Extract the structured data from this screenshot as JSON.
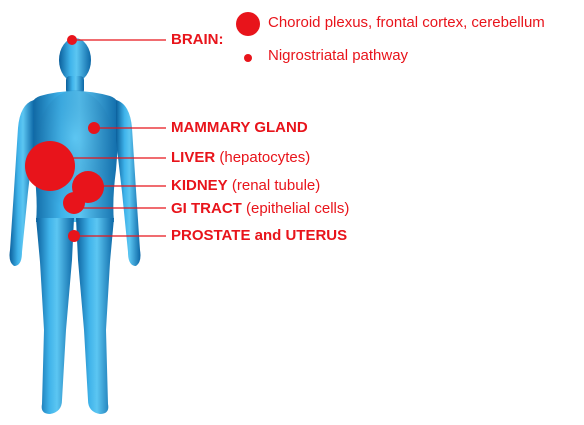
{
  "colors": {
    "accent": "#e8141b",
    "body_light": "#5cc6f2",
    "body_mid": "#2a9ad6",
    "body_dark": "#0b5f9b"
  },
  "legend": {
    "large_dot_text": "Choroid plexus, frontal cortex, cerebellum",
    "small_dot_text": "Nigrostriatal pathway"
  },
  "organs": [
    {
      "id": "brain",
      "bold": "BRAIN:",
      "detail": ""
    },
    {
      "id": "mammary",
      "bold": "MAMMARY GLAND",
      "detail": ""
    },
    {
      "id": "liver",
      "bold": "LIVER",
      "detail": " (hepatocytes)"
    },
    {
      "id": "kidney",
      "bold": "KIDNEY",
      "detail": " (renal tubule)"
    },
    {
      "id": "gi",
      "bold": "GI TRACT",
      "detail": " (epithelial cells)"
    },
    {
      "id": "prostate",
      "bold": "PROSTATE and UTERUS",
      "detail": ""
    }
  ]
}
